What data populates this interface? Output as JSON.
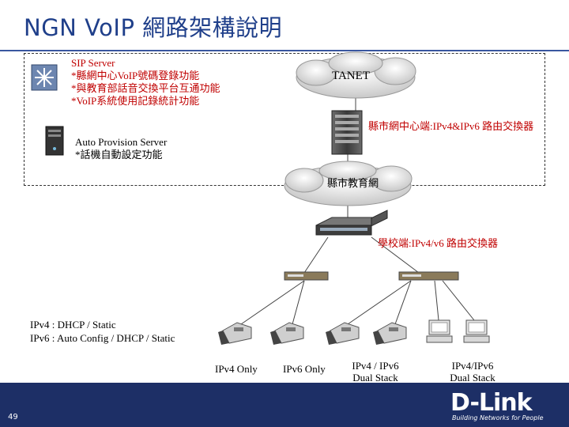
{
  "title": "NGN VoIP 網路架構說明",
  "sip_server": {
    "heading": "SIP Server",
    "line1": "*縣網中心VoIP號碼登錄功能",
    "line2": "*與教育部話音交換平台互通功能",
    "line3": "*VoIP系統使用記錄統計功能"
  },
  "auto_provision": {
    "heading": "Auto Provision Server",
    "line1": "*話機自動設定功能"
  },
  "tanet_label": "TANET",
  "county_router_label": "縣市網中心端:IPv4&IPv6 路由交換器",
  "county_edu_net_label": "縣市教育網",
  "school_router_label": "學校端:IPv4/v6 路由交換器",
  "ip_config": {
    "line1": "IPv4 : DHCP / Static",
    "line2": "IPv6 : Auto Config / DHCP / Static"
  },
  "phone_groups": {
    "ipv4_only": "IPv4 Only",
    "ipv6_only": "IPv6 Only",
    "dual_phone_1": "IPv4 / IPv6",
    "dual_phone_2": "Dual Stack",
    "dual_pc_1": "IPv4/IPv6",
    "dual_pc_2": "Dual Stack"
  },
  "footer": {
    "page_number": "49",
    "logo_text": "D-Link",
    "tagline": "Building Networks for People"
  },
  "colors": {
    "title": "#1f3f8a",
    "footer": "#1d2f66",
    "red_text": "#c00000"
  },
  "icons": [
    "network-switch-icon",
    "server-tower-icon",
    "cloud-icon",
    "router-rack-icon",
    "gateway-device-icon",
    "ip-phone-icon",
    "computer-icon"
  ]
}
